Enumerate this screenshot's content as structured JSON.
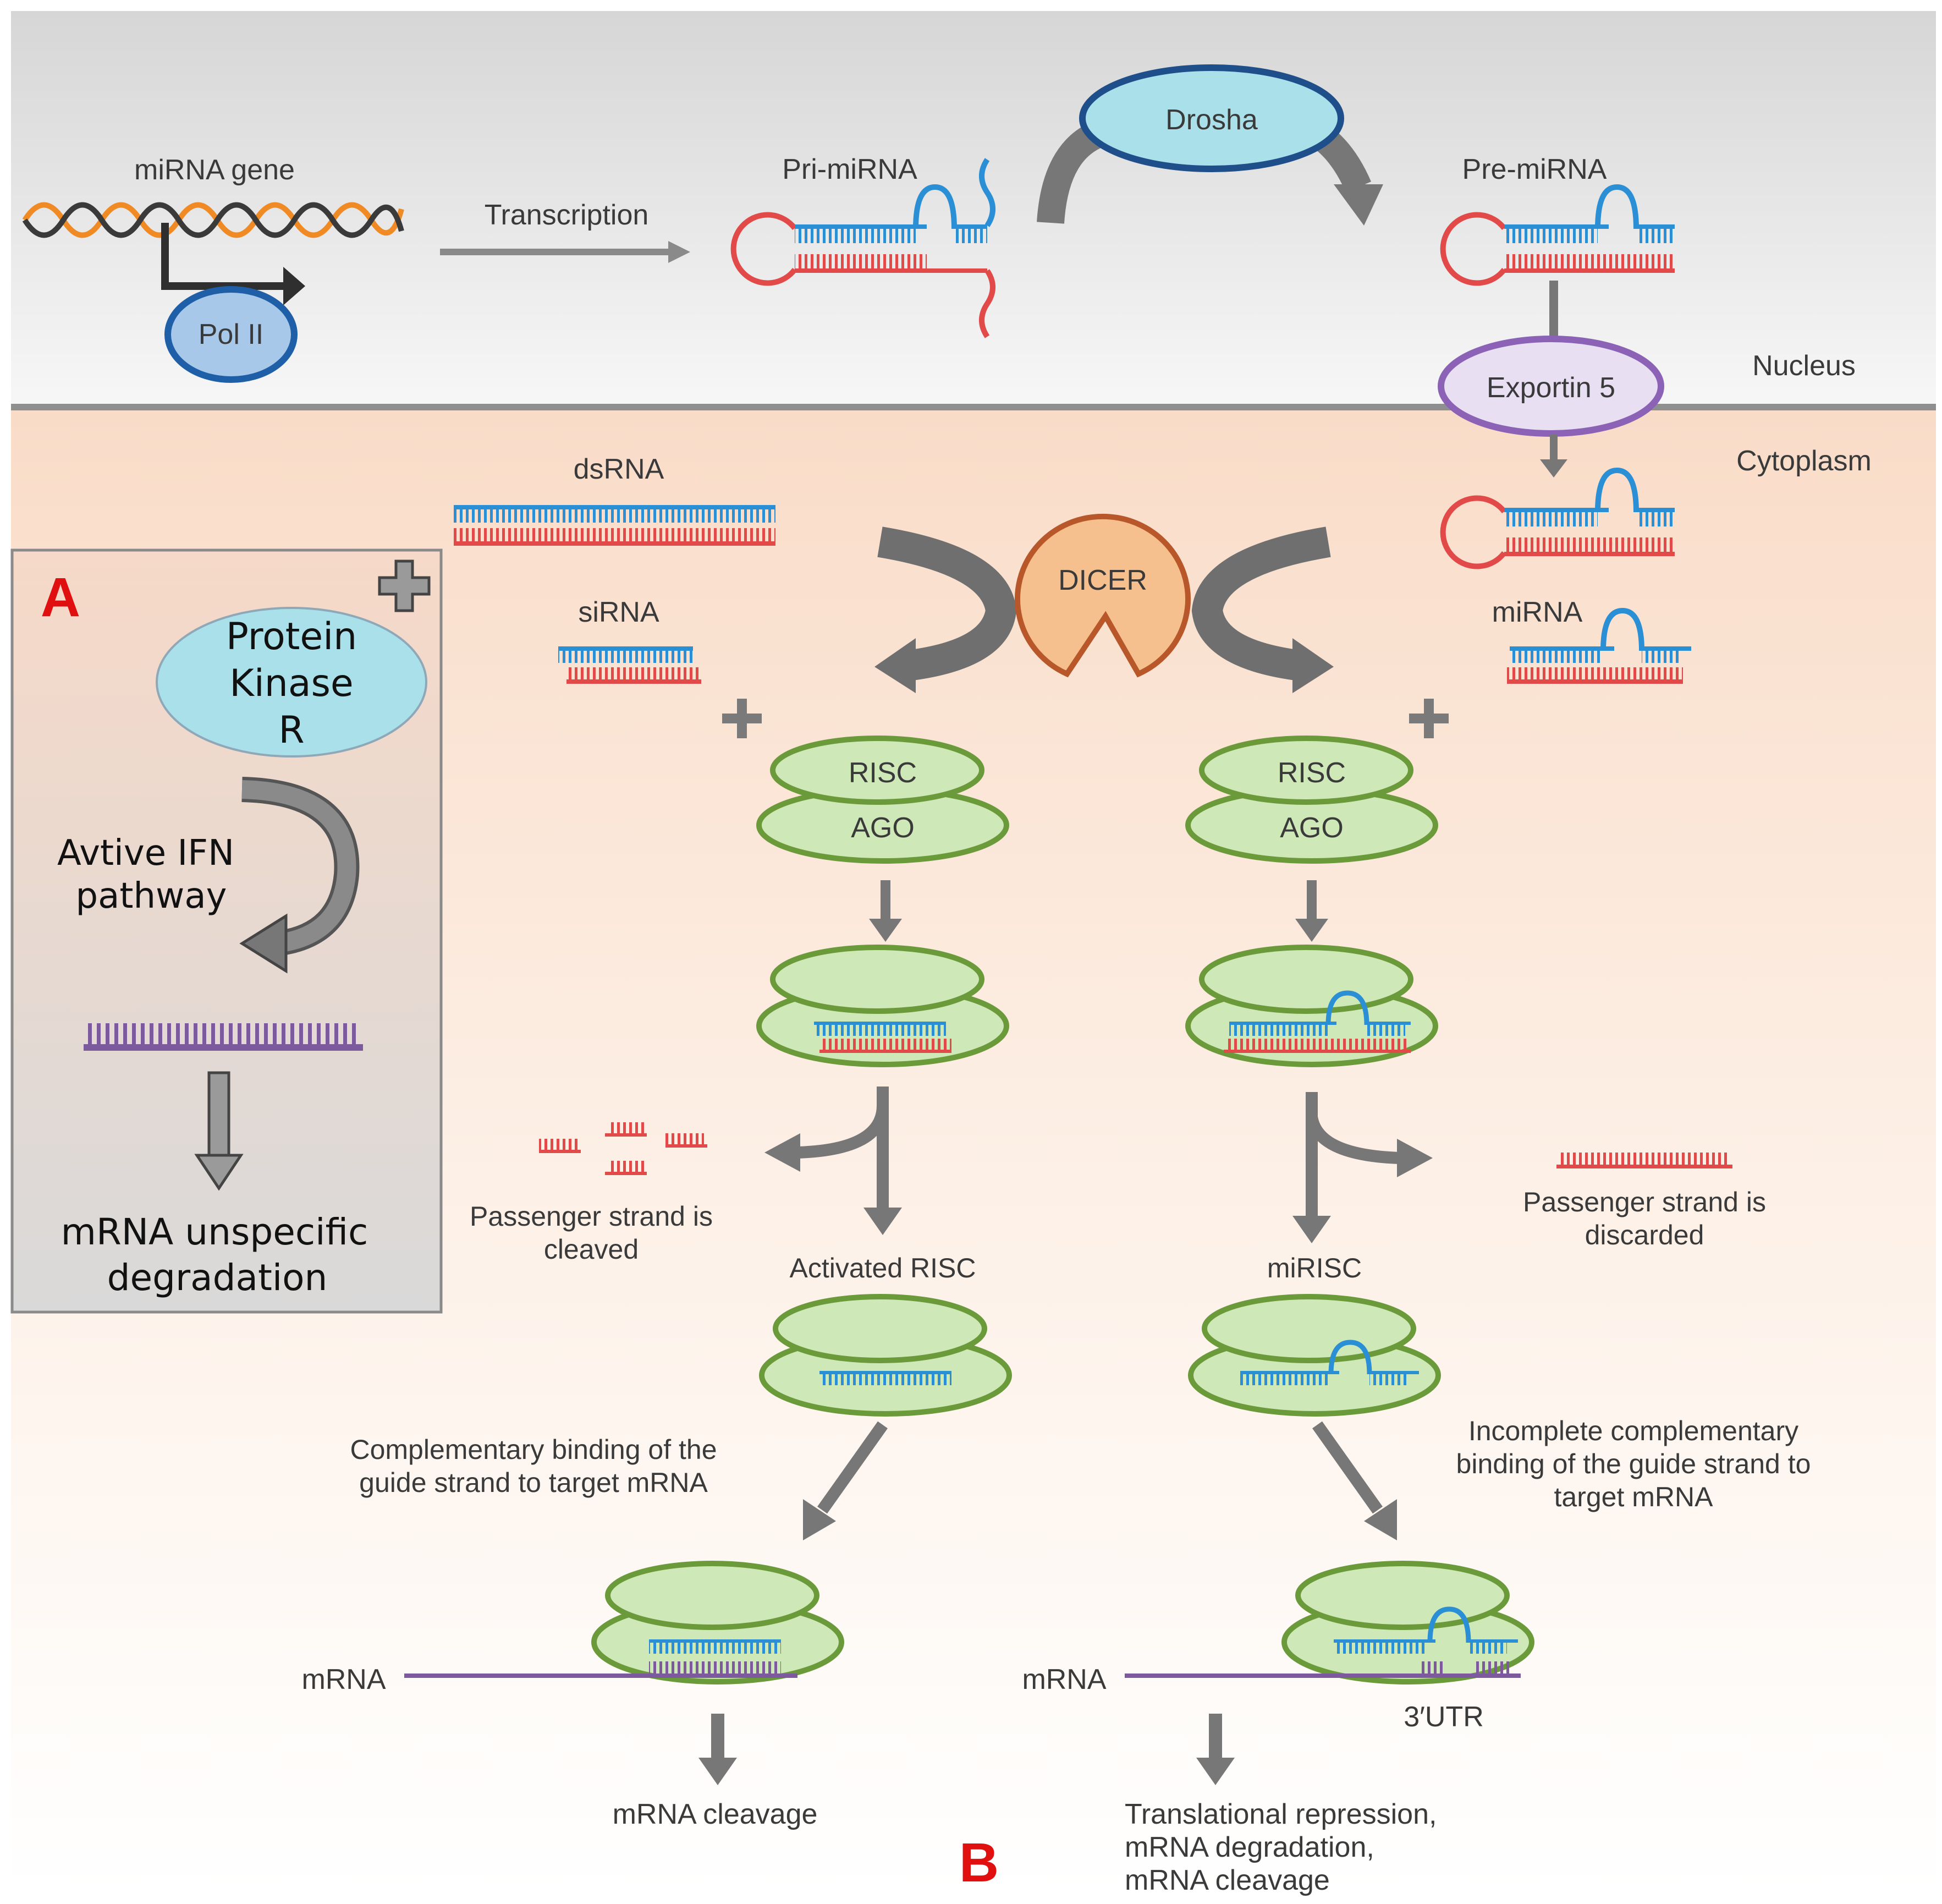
{
  "nucleus": {
    "region_label": "Nucleus",
    "mirna_gene": "miRNA gene",
    "pol2": "Pol II",
    "transcription": "Transcription",
    "pri_mirna": "Pri-miRNA",
    "drosha": "Drosha",
    "pre_mirna": "Pre-miRNA",
    "exportin": "Exportin 5"
  },
  "cytoplasm": {
    "region_label": "Cytoplasm",
    "dsrna": "dsRNA",
    "sirna": "siRNA",
    "mirna": "miRNA",
    "dicer": "DICER",
    "risc": "RISC",
    "ago": "AGO",
    "passenger_cleaved": [
      "Passenger strand is",
      "cleaved"
    ],
    "passenger_discarded": [
      "Passenger strand is",
      "discarded"
    ],
    "activated_risc": "Activated RISC",
    "mirisc": "miRISC",
    "complementary_binding": [
      "Complementary binding of the",
      "guide strand to target mRNA"
    ],
    "incomplete_binding": [
      "Incomplete complementary",
      "binding of the guide strand to",
      "target mRNA"
    ],
    "mrna": "mRNA",
    "utr": "3′UTR",
    "mrna_cleavage": "mRNA cleavage",
    "outcomes": [
      "Translational repression,",
      "mRNA degradation,",
      "mRNA cleavage"
    ]
  },
  "panel_a": {
    "letter": "A",
    "pkr": [
      "Protein",
      "Kinase",
      "R"
    ],
    "ifn": [
      "Avtive IFN",
      "pathway"
    ],
    "result": [
      "mRNA unspecific",
      "degradation"
    ]
  },
  "panel_b": {
    "letter": "B"
  },
  "colors": {
    "guide_strand": "#2b8fd6",
    "passenger_strand": "#e24a4a",
    "mrna": "#7d5a9e",
    "risc_fill": "#cfe8b8",
    "risc_stroke": "#6a9a3a",
    "dicer_fill": "#f6c08e",
    "drosha_fill": "#a9e0ea",
    "exportin_fill": "#e9dff3"
  }
}
